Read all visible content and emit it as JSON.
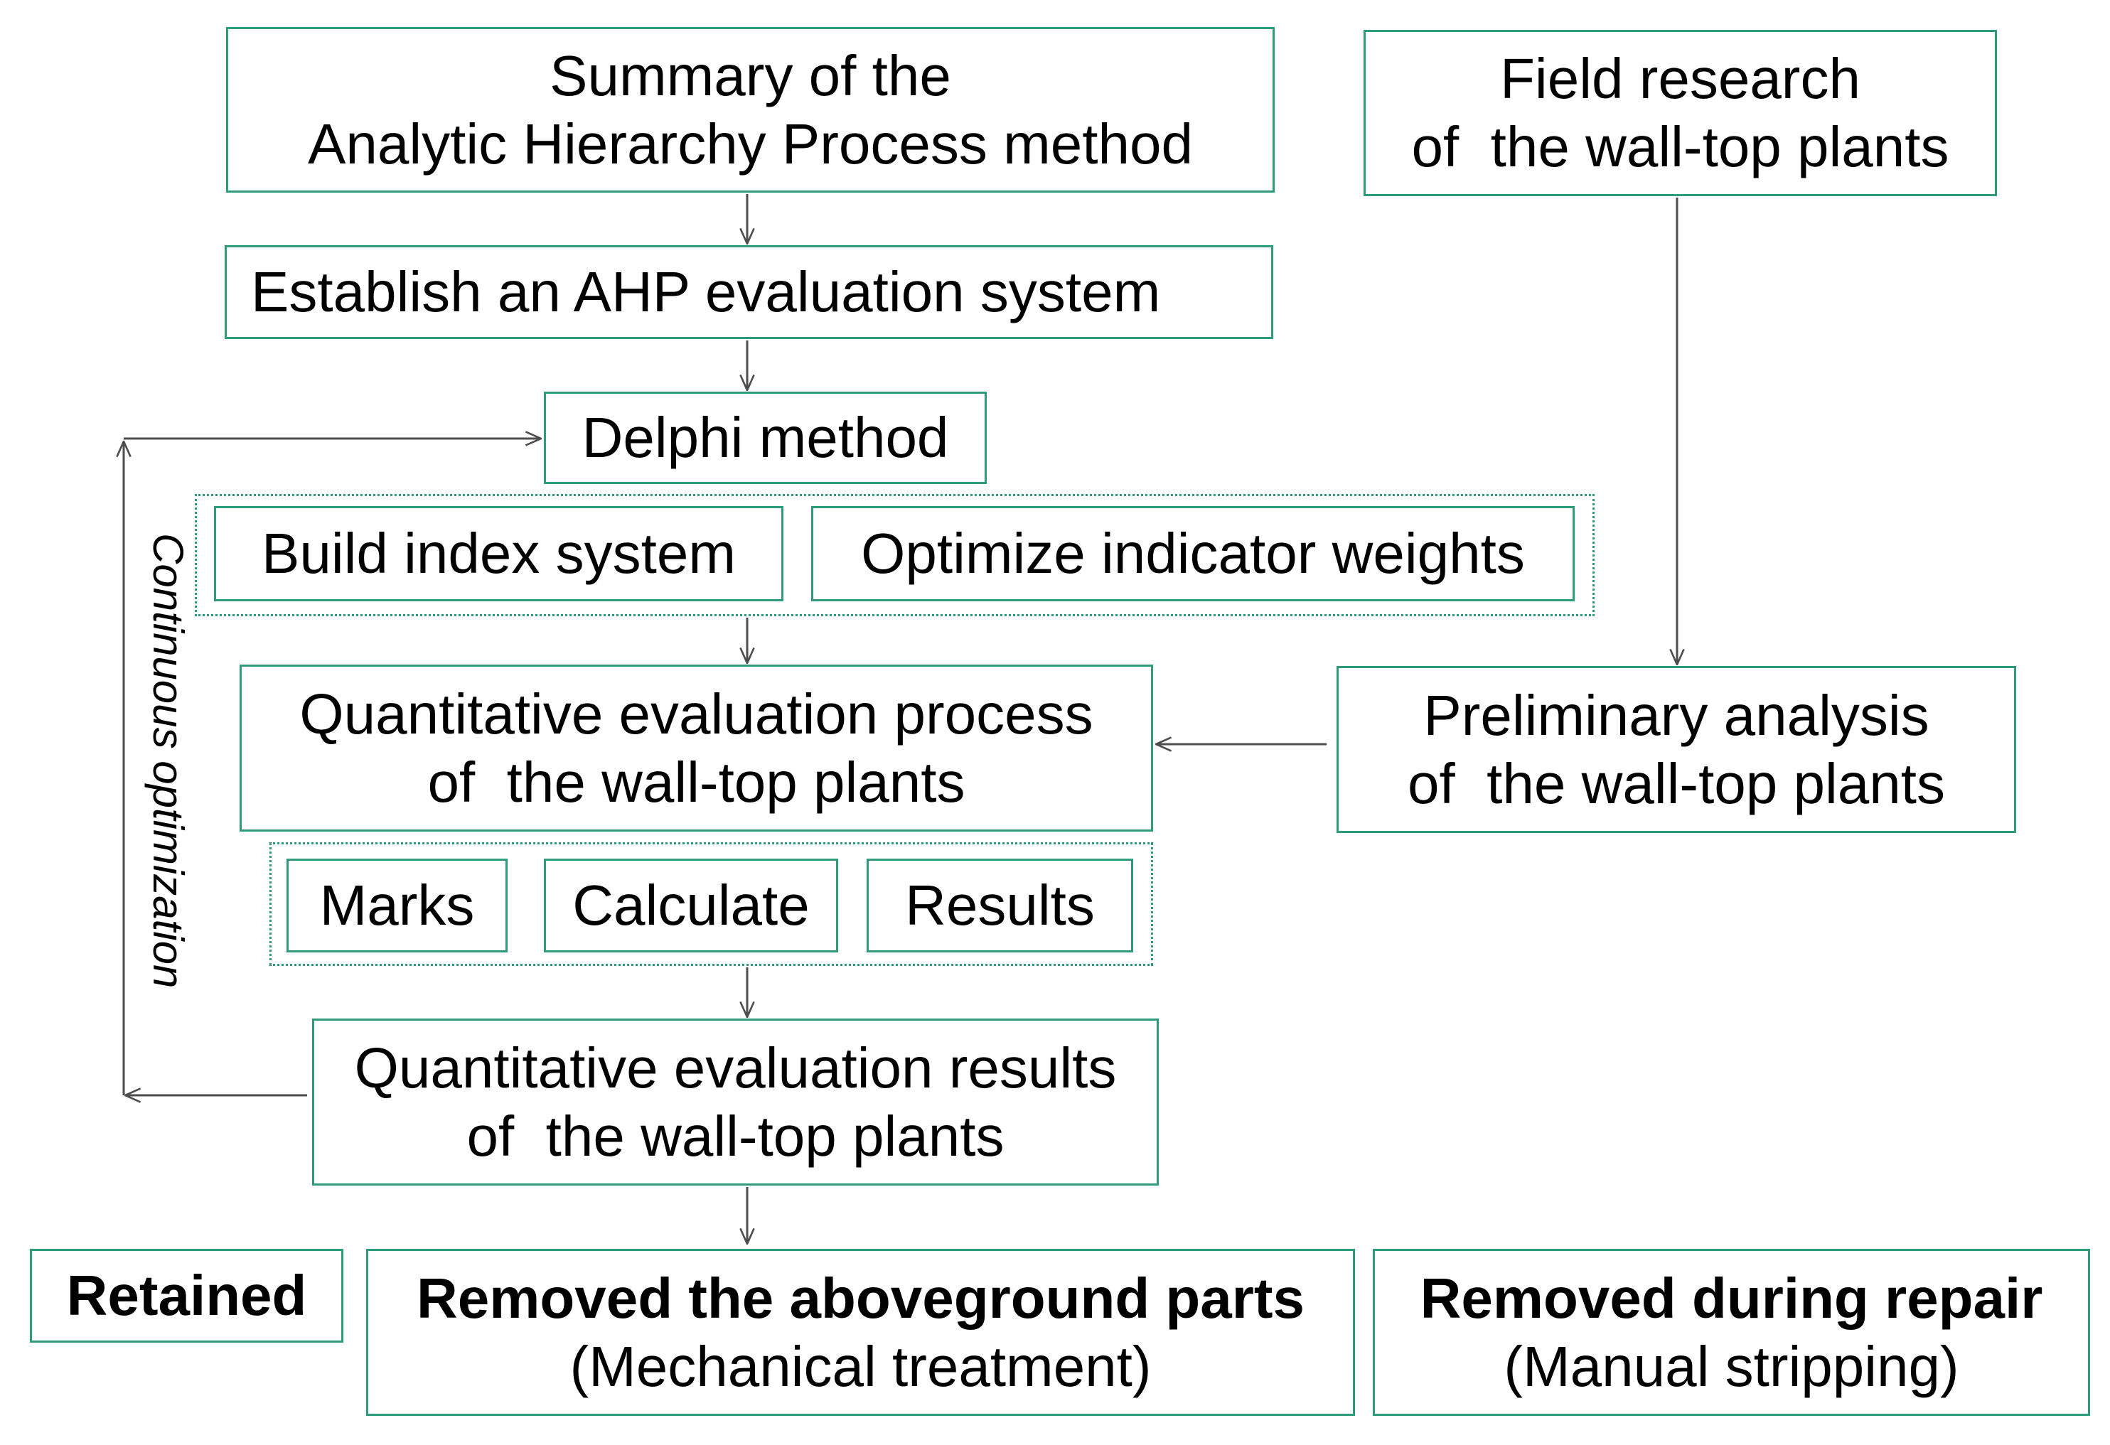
{
  "boxes": {
    "ahp_summary": {
      "line1": "Summary of the",
      "line2": "Analytic Hierarchy Process method"
    },
    "field_research": {
      "line1": "Field research",
      "line2": "of  the wall-top plants"
    },
    "establish_ahp": {
      "label": "Establish an AHP evaluation system"
    },
    "delphi": {
      "label": "Delphi method"
    },
    "build_index": {
      "label": "Build index system"
    },
    "optimize_weights": {
      "label": "Optimize indicator weights"
    },
    "quant_process": {
      "line1": "Quantitative evaluation process",
      "line2": "of  the wall-top plants"
    },
    "preliminary": {
      "line1": "Preliminary analysis",
      "line2": "of  the wall-top plants"
    },
    "marks": {
      "label": "Marks"
    },
    "calculate": {
      "label": "Calculate"
    },
    "results": {
      "label": "Results"
    },
    "quant_results": {
      "line1": "Quantitative evaluation results",
      "line2": "of  the wall-top plants"
    },
    "retained": {
      "label": "Retained"
    },
    "removed_above": {
      "line1": "Removed the aboveground parts",
      "line2": "(Mechanical treatment)"
    },
    "removed_repair": {
      "line1": "Removed during repair",
      "line2": "(Manual stripping)"
    }
  },
  "loop_label": "Continuous optimization",
  "colors": {
    "box_border": "#2e9b7b",
    "arrow": "#4d4d4d",
    "text": "#000000"
  }
}
